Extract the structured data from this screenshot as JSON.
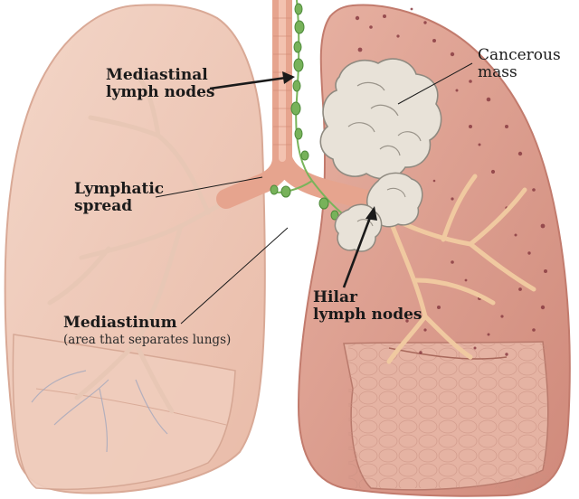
{
  "labels": {
    "mediastinal_lymph_nodes": {
      "line1": "Mediastinal",
      "line2": "lymph nodes"
    },
    "cancerous_mass": {
      "line1": "Cancerous",
      "line2": "mass"
    },
    "lymphatic_spread": {
      "line1": "Lymphatic",
      "line2": "spread"
    },
    "hilar_lymph_nodes": {
      "line1": "Hilar",
      "line2": "lymph nodes"
    },
    "mediastinum": {
      "title": "Mediastinum",
      "subtitle": "(area that separates lungs)"
    }
  },
  "colors": {
    "left_lung": "#efcab8",
    "right_lung": "#dd9e90",
    "trachea": "#e9a58f",
    "lymph_node": "#77b25a",
    "tumor": "#e7e1d8",
    "spots": "#8a3d43"
  }
}
